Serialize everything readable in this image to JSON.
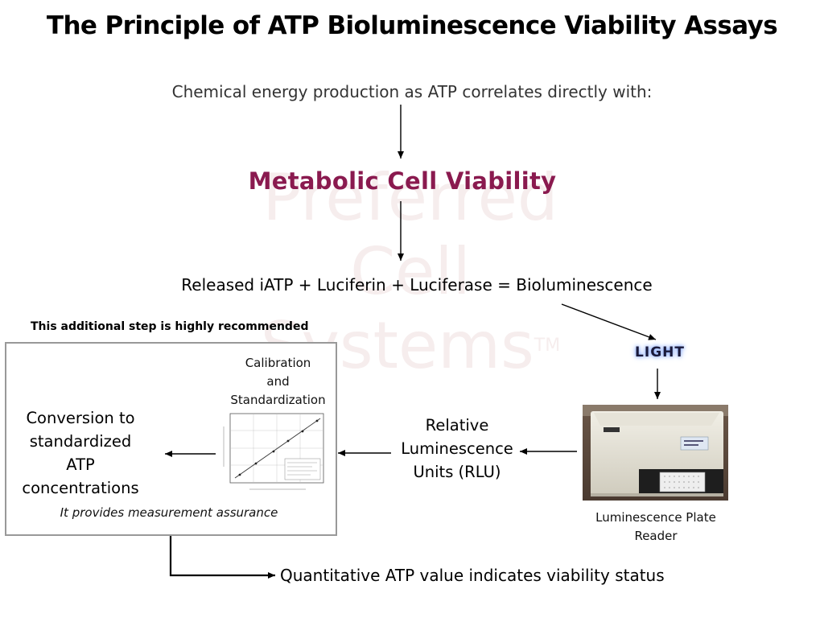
{
  "title": "The Principle of ATP Bioluminescence Viability Assays",
  "watermark": {
    "lines": [
      "Preferred",
      "Cell",
      "Systems"
    ],
    "trademark": "TM"
  },
  "subtitle": "Chemical energy production as ATP correlates directly with:",
  "metabolic_label": "Metabolic Cell Viability",
  "equation": "Released iATP + Luciferin + Luciferase = Bioluminescence",
  "recommendation_note": "This additional step is highly recommended",
  "calibration": {
    "line1": "Calibration",
    "line2": "and",
    "line3": "Standardization"
  },
  "conversion": {
    "line1": "Conversion to",
    "line2": "standardized",
    "line3": "ATP",
    "line4": "concentrations"
  },
  "assurance": "It provides measurement assurance",
  "rlu": {
    "line1": "Relative",
    "line2": "Luminescence",
    "line3": "Units (RLU)"
  },
  "light_label": "LIGHT",
  "plate_reader": {
    "line1": "Luminescence Plate",
    "line2": "Reader"
  },
  "quantitative": "Quantitative ATP value indicates viability status",
  "colors": {
    "accent": "#8a1a4f",
    "box_border": "#999999",
    "light_glow": "#7aa0ff"
  }
}
